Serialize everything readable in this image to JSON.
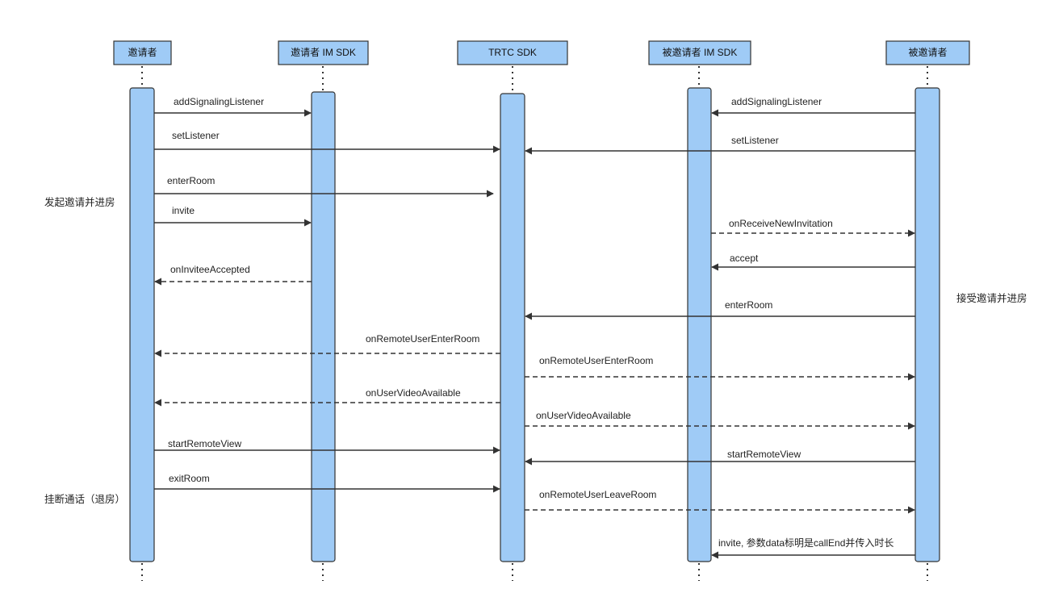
{
  "participants": [
    {
      "id": "inviter",
      "label": "邀请者"
    },
    {
      "id": "inviter_im",
      "label": "邀请者 IM SDK"
    },
    {
      "id": "trtc",
      "label": "TRTC SDK"
    },
    {
      "id": "invitee_im",
      "label": "被邀请者 IM SDK"
    },
    {
      "id": "invitee",
      "label": "被邀请者"
    }
  ],
  "notes": {
    "left_invite": "发起邀请并进房",
    "left_hangup": "挂断通话（退房）",
    "right_accept": "接受邀请并进房"
  },
  "messages": [
    {
      "from": "inviter",
      "to": "inviter_im",
      "label": "addSignalingListener",
      "style": "solid"
    },
    {
      "from": "invitee",
      "to": "invitee_im",
      "label": "addSignalingListener",
      "style": "solid"
    },
    {
      "from": "inviter",
      "to": "trtc",
      "label": "setListener",
      "style": "solid"
    },
    {
      "from": "invitee",
      "to": "trtc",
      "label": "setListener",
      "style": "solid"
    },
    {
      "from": "inviter",
      "to": "trtc",
      "label": "enterRoom",
      "style": "solid"
    },
    {
      "from": "inviter",
      "to": "inviter_im",
      "label": "invite",
      "style": "solid"
    },
    {
      "from": "invitee_im",
      "to": "invitee",
      "label": "onReceiveNewInvitation",
      "style": "dashed"
    },
    {
      "from": "invitee",
      "to": "invitee_im",
      "label": "accept",
      "style": "solid"
    },
    {
      "from": "inviter_im",
      "to": "inviter",
      "label": "onInviteeAccepted",
      "style": "dashed"
    },
    {
      "from": "invitee",
      "to": "trtc",
      "label": "enterRoom",
      "style": "solid"
    },
    {
      "from": "trtc",
      "to": "inviter",
      "label": "onRemoteUserEnterRoom",
      "style": "dashed"
    },
    {
      "from": "trtc",
      "to": "invitee",
      "label": "onRemoteUserEnterRoom",
      "style": "dashed"
    },
    {
      "from": "trtc",
      "to": "inviter",
      "label": "onUserVideoAvailable",
      "style": "dashed"
    },
    {
      "from": "trtc",
      "to": "invitee",
      "label": "onUserVideoAvailable",
      "style": "dashed"
    },
    {
      "from": "inviter",
      "to": "trtc",
      "label": "startRemoteView",
      "style": "solid"
    },
    {
      "from": "invitee",
      "to": "trtc",
      "label": "startRemoteView",
      "style": "solid"
    },
    {
      "from": "inviter",
      "to": "trtc",
      "label": "exitRoom",
      "style": "solid"
    },
    {
      "from": "trtc",
      "to": "invitee",
      "label": "onRemoteUserLeaveRoom",
      "style": "dashed"
    },
    {
      "from": "invitee",
      "to": "invitee_im",
      "label": "invite, 参数data标明是callEnd并传入时长",
      "style": "solid"
    }
  ]
}
